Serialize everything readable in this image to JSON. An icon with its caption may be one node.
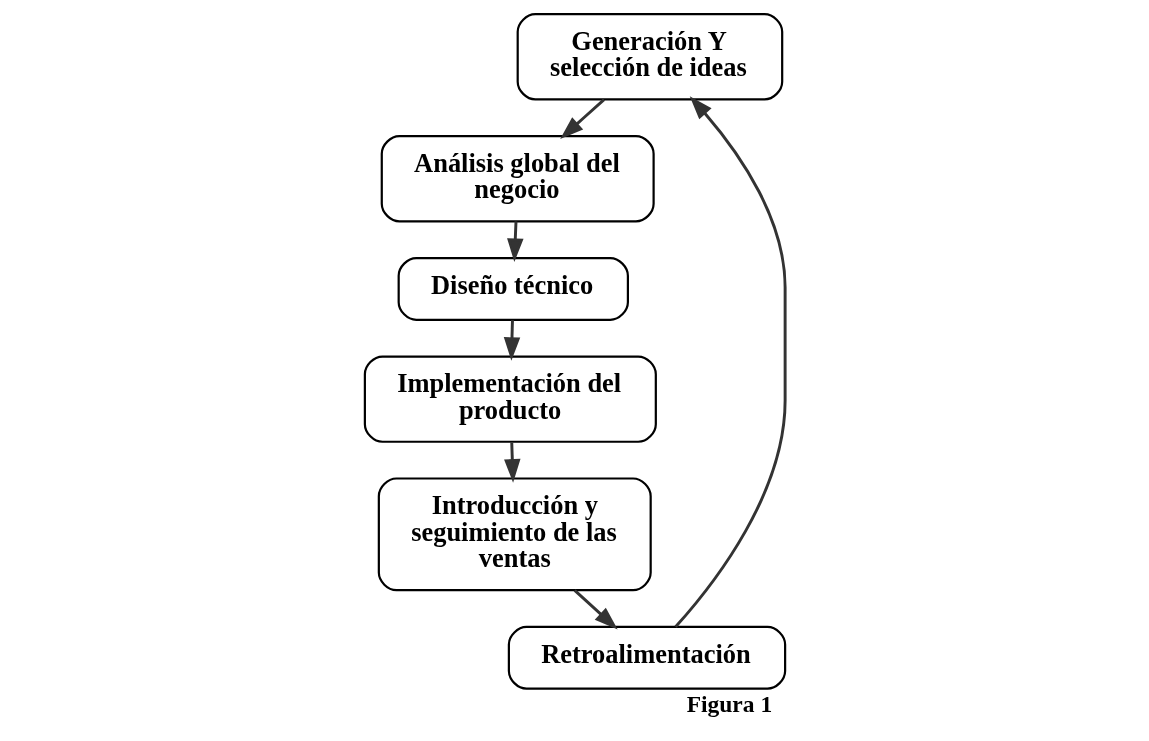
{
  "diagram": {
    "caption": "Figura 1",
    "nodes": [
      {
        "text": [
          "Generación Y selección de ideas"
        ]
      },
      {
        "text": [
          "Análisis global del negocio"
        ]
      },
      {
        "text": [
          "Diseño técnico"
        ]
      },
      {
        "text": [
          "Implementación del producto"
        ]
      },
      {
        "text": [
          "Introducción y seguimiento de las ventas"
        ]
      },
      {
        "text": [
          "Retroalimentación"
        ]
      }
    ],
    "edges": [
      {
        "from": 0,
        "to": 1,
        "arrow": "to"
      },
      {
        "from": 1,
        "to": 2,
        "arrow": "to"
      },
      {
        "from": 2,
        "to": 3,
        "arrow": "to"
      },
      {
        "from": 3,
        "to": 4,
        "arrow": "to"
      },
      {
        "from": 4,
        "to": 5,
        "arrow": "to"
      },
      {
        "from": 5,
        "to": 0,
        "arrow": "to"
      }
    ]
  }
}
